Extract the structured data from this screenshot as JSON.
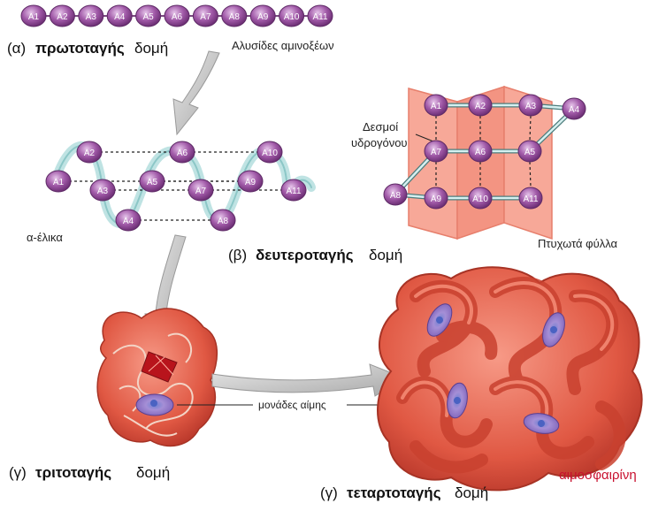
{
  "primary": {
    "residues": [
      "A1",
      "A2",
      "A3",
      "A4",
      "A5",
      "A6",
      "A7",
      "A8",
      "A9",
      "A10",
      "A11"
    ],
    "caption_prefix": "(α)",
    "caption_bold": "πρωτοταγής",
    "caption_suffix": "δομή",
    "chain_label": "Αλυσίδες αμινοξέων"
  },
  "secondary": {
    "helix_residues": [
      "A1",
      "A2",
      "A3",
      "A4",
      "A5",
      "A6",
      "A7",
      "A8",
      "A9",
      "A10",
      "A11"
    ],
    "helix_label": "α-έλικα",
    "sheet_residues": [
      "A1",
      "A2",
      "A3",
      "A4",
      "A5",
      "A6",
      "A7",
      "A8",
      "A9",
      "A10",
      "A11"
    ],
    "sheet_label": "Πτυχωτά φύλλα",
    "hbond_label_line1": "Δεσμοί",
    "hbond_label_line2": "υδρογόνου",
    "caption_prefix": "(β)",
    "caption_bold": "δευτεροταγής",
    "caption_suffix": "δομή"
  },
  "tertiary": {
    "caption_prefix": "(γ)",
    "caption_bold": "τριτοταγής",
    "caption_suffix": "δομή"
  },
  "quaternary": {
    "caption_prefix": "(γ)",
    "caption_bold": "τεταρτοταγής",
    "caption_suffix": "δομή",
    "heme_label": "μονάδες αίμης",
    "protein_name": "αιμοσφαιρίνη"
  },
  "colors": {
    "bead": "#a15aa8",
    "bead_stroke": "#5e2a66",
    "protein": "#e8624f",
    "sheet": "#f3a08f",
    "heme": "#9b7fc9"
  }
}
